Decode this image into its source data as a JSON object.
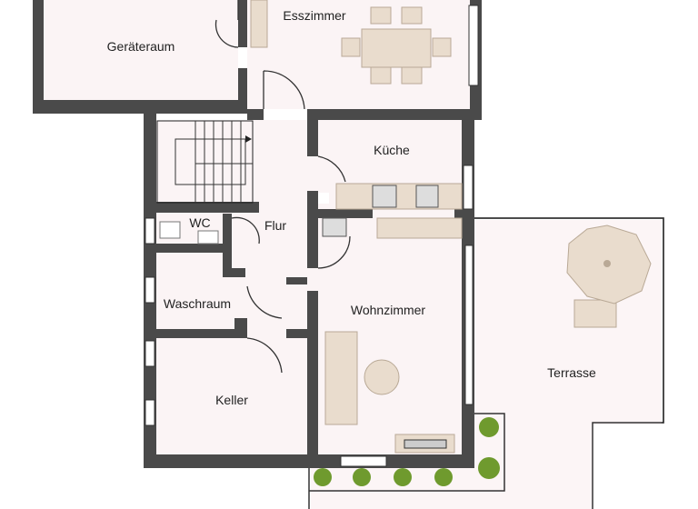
{
  "rooms": {
    "geraeteraum": "Geräteraum",
    "esszimmer": "Esszimmer",
    "kueche": "Küche",
    "wc": "WC",
    "flur": "Flur",
    "waschraum": "Waschraum",
    "wohnzimmer": "Wohnzimmer",
    "keller": "Keller",
    "terrasse": "Terrasse"
  },
  "colors": {
    "wall": "#4a4a4a",
    "floor": "#fbf4f5",
    "furniture": "#e9dccd",
    "plants": "#6f9a2e"
  }
}
